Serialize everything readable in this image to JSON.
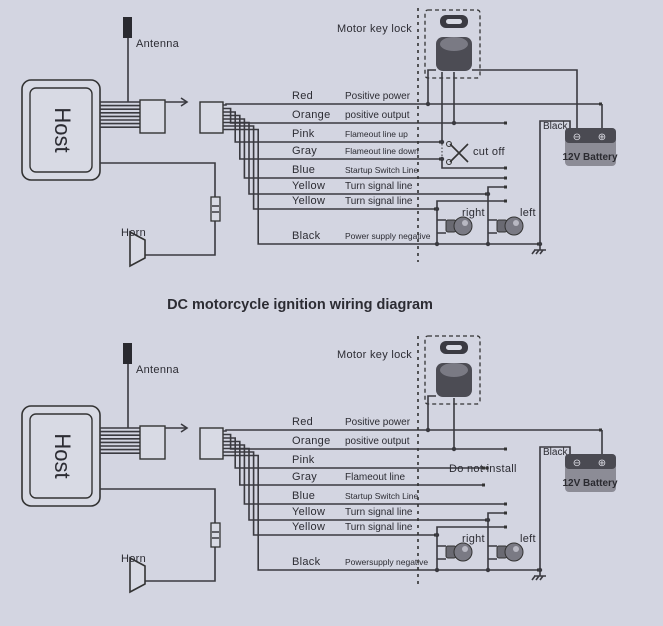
{
  "title": "DC motorcycle ignition wiring diagram",
  "colors": {
    "background": "#d3d5e1",
    "wire": "#3a3a40",
    "battery_top": "#4a4a52",
    "battery_body": "#8c8c96"
  },
  "diagrams": [
    {
      "host": "Host",
      "antenna": "Antenna",
      "horn": "Horn",
      "key_lock": "Motor key lock",
      "battery": "12V Battery",
      "battery_neg": "⊖",
      "battery_pos": "⊕",
      "battery_black": "Black",
      "right": "right",
      "left": "left",
      "cut_off": "cut off",
      "cut_icon": "scissors-icon",
      "wires": [
        {
          "color": "Red",
          "desc": "Positive power"
        },
        {
          "color": "Orange",
          "desc": "positive output"
        },
        {
          "color": "Pink",
          "desc": "Flameout line  up"
        },
        {
          "color": "Gray",
          "desc": "Flameout line down"
        },
        {
          "color": "Blue",
          "desc": "Startup Switch Line"
        },
        {
          "color": "Yellow",
          "desc": "Turn signal line"
        },
        {
          "color": "Yellow",
          "desc": "Turn signal line"
        },
        {
          "color": "Black",
          "desc": "Power supply negative"
        }
      ]
    },
    {
      "host": "Host",
      "antenna": "Antenna",
      "horn": "Horn",
      "key_lock": "Motor key lock",
      "battery": "12V Battery",
      "battery_neg": "⊖",
      "battery_pos": "⊕",
      "battery_black": "Black",
      "right": "right",
      "left": "left",
      "do_not_install": "Do not install",
      "wires": [
        {
          "color": "Red",
          "desc": "Positive power"
        },
        {
          "color": "Orange",
          "desc": "positive output"
        },
        {
          "color": "Pink",
          "desc": ""
        },
        {
          "color": "Gray",
          "desc": "Flameout  line"
        },
        {
          "color": "Blue",
          "desc": "Startup Switch Line"
        },
        {
          "color": "Yellow",
          "desc": "Turn signal line"
        },
        {
          "color": "Yellow",
          "desc": "Turn signal line"
        },
        {
          "color": "Black",
          "desc": "Powersupply negative"
        }
      ]
    }
  ]
}
